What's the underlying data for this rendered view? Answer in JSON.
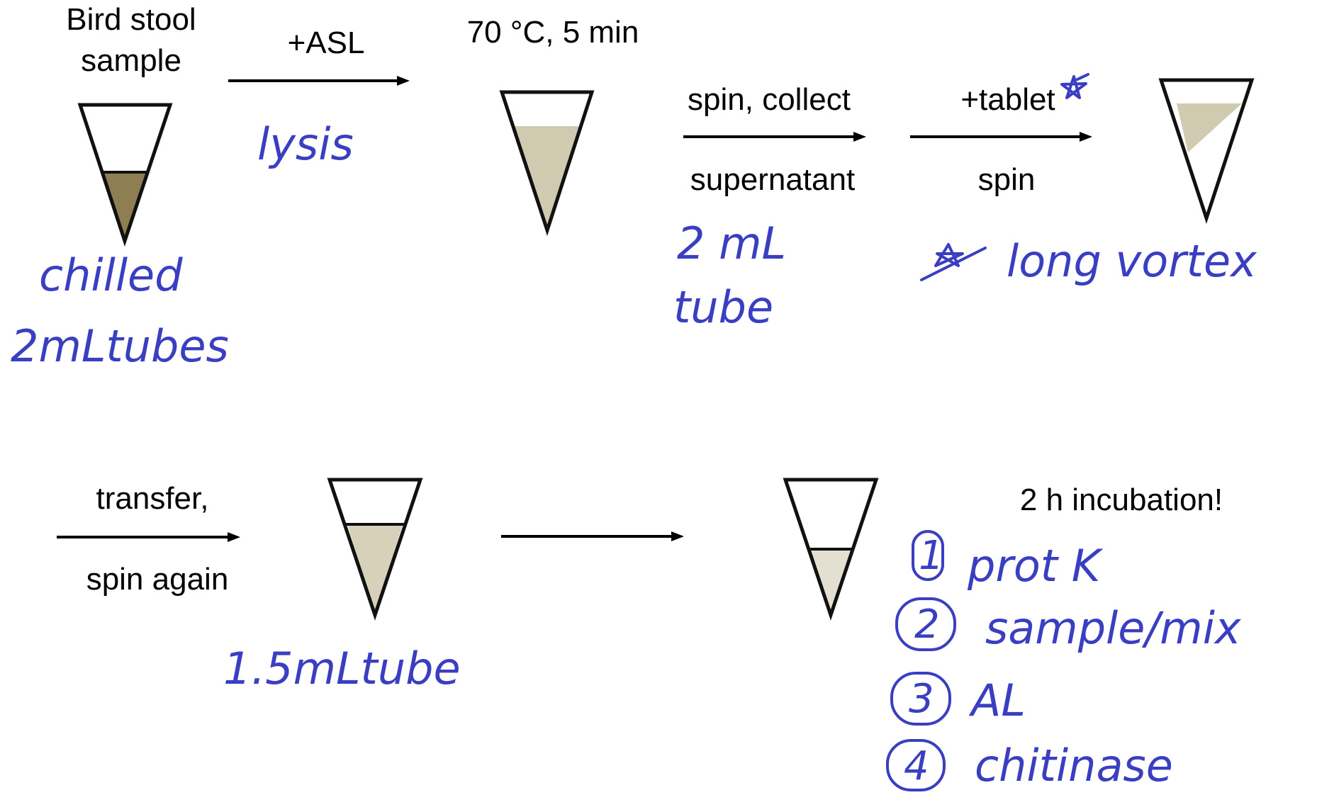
{
  "colors": {
    "pen": "#3a3ec0",
    "stool_fill": "#8e7f52",
    "lysate_fill": "#cfcab0",
    "supernatant_fill": "#d6d1b8",
    "pale_fill": "#e3dfd1",
    "outline": "#111111"
  },
  "row1": {
    "sample_label_line1": "Bird stool",
    "sample_label_line2": "sample",
    "asl_label": "+ASL",
    "heat_label": "70 °C, 5 min",
    "spin_collect_label": "spin, collect",
    "supernatant_label": "supernatant",
    "tablet_label": "+tablet",
    "spin_label": "spin"
  },
  "row2": {
    "transfer_label": "transfer,",
    "spin_again_label": "spin again",
    "incubation_label": "2 h incubation!"
  },
  "handwriting": {
    "lysis": "lysis",
    "chilled": "chilled",
    "tubes_2ml": "2mLtubes",
    "tube_2ml_line1": "2 mL",
    "tube_2ml_line2": "tube",
    "long_vortex": "long vortex",
    "tube_15ml": "1.5mLtube",
    "step1": "prot K",
    "step2": "sample/mix",
    "step3": "AL",
    "step4": "chitinase",
    "num1": "1",
    "num2": "2",
    "num3": "3",
    "num4": "4"
  }
}
